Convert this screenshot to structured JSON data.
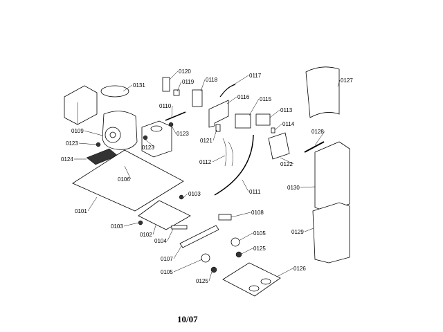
{
  "diagram": {
    "part_labels": [
      "0131",
      "0120",
      "0119",
      "0118",
      "0117",
      "0110",
      "0116",
      "0115",
      "0113",
      "0114",
      "0127",
      "0128",
      "0109",
      "0123",
      "0123",
      "0123",
      "0121",
      "0112",
      "0122",
      "0124",
      "0106",
      "0101",
      "0111",
      "0103",
      "0130",
      "0108",
      "0129",
      "0103",
      "0102",
      "0104",
      "0105",
      "0125",
      "0107",
      "0105",
      "0125",
      "0126"
    ],
    "date_code": "10/07"
  }
}
